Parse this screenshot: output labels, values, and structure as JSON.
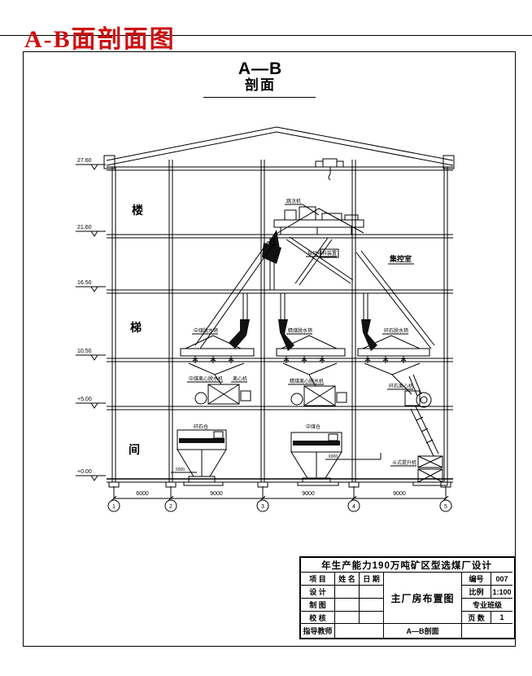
{
  "page": {
    "red_title": "A-B面剖面图"
  },
  "drawing_title": {
    "line1": "A—B",
    "line2": "剖面"
  },
  "elevations": [
    "27.60",
    "21.60",
    "16.50",
    "10.50",
    "+5.00",
    "+0.00"
  ],
  "stairwell_chars": [
    "楼",
    "梯",
    "间"
  ],
  "equipment_labels": [
    {
      "name": "jig",
      "text": "跳汰机"
    },
    {
      "name": "discharge-device",
      "text": "自动排料装置"
    },
    {
      "name": "control-room",
      "text": "集控室"
    },
    {
      "name": "middlings-dewatering-screen",
      "text": "中煤脱水筛"
    },
    {
      "name": "clean-coal-dewatering-screen",
      "text": "精煤脱水筛"
    },
    {
      "name": "gangue-dewatering-screen",
      "text": "矸石脱水筛"
    },
    {
      "name": "middlings-centrifuge",
      "text": "中煤离心脱水机"
    },
    {
      "name": "centrifuge",
      "text": "离心机"
    },
    {
      "name": "clean-coal-centrifuge",
      "text": "精煤离心脱水机"
    },
    {
      "name": "gangue-centrifuge",
      "text": "矸石离心机"
    },
    {
      "name": "gangue-bunker",
      "text": "矸石仓"
    },
    {
      "name": "middlings-bunker",
      "text": "中煤仓"
    },
    {
      "name": "bucket-elevator",
      "text": "斗式提升机"
    }
  ],
  "dimensions": {
    "bottom": [
      "6000",
      "9000",
      "9000",
      "9000"
    ],
    "hopper_left": "5000",
    "hopper_mid": "6000"
  },
  "axis_bubbles": [
    "1",
    "2",
    "3",
    "4",
    "5"
  ],
  "title_block": {
    "project_title": "年生产能力190万吨矿区型选煤厂设计",
    "headers": {
      "item": "项 目",
      "name": "姓 名",
      "date": "日 期"
    },
    "rows": [
      {
        "label": "设 计"
      },
      {
        "label": "制 图"
      },
      {
        "label": "校 核"
      },
      {
        "label": "指导教师"
      }
    ],
    "drawing_name": "主厂房布置图",
    "sheet_name": "A—B剖面",
    "meta": [
      {
        "label": "编号",
        "value": "007"
      },
      {
        "label": "比例",
        "value": "1:100"
      },
      {
        "label": "专业班级",
        "value": ""
      },
      {
        "label": "页 数",
        "value": "1"
      }
    ]
  },
  "colors": {
    "title_red": "#cc1111",
    "line_black": "#000000"
  }
}
